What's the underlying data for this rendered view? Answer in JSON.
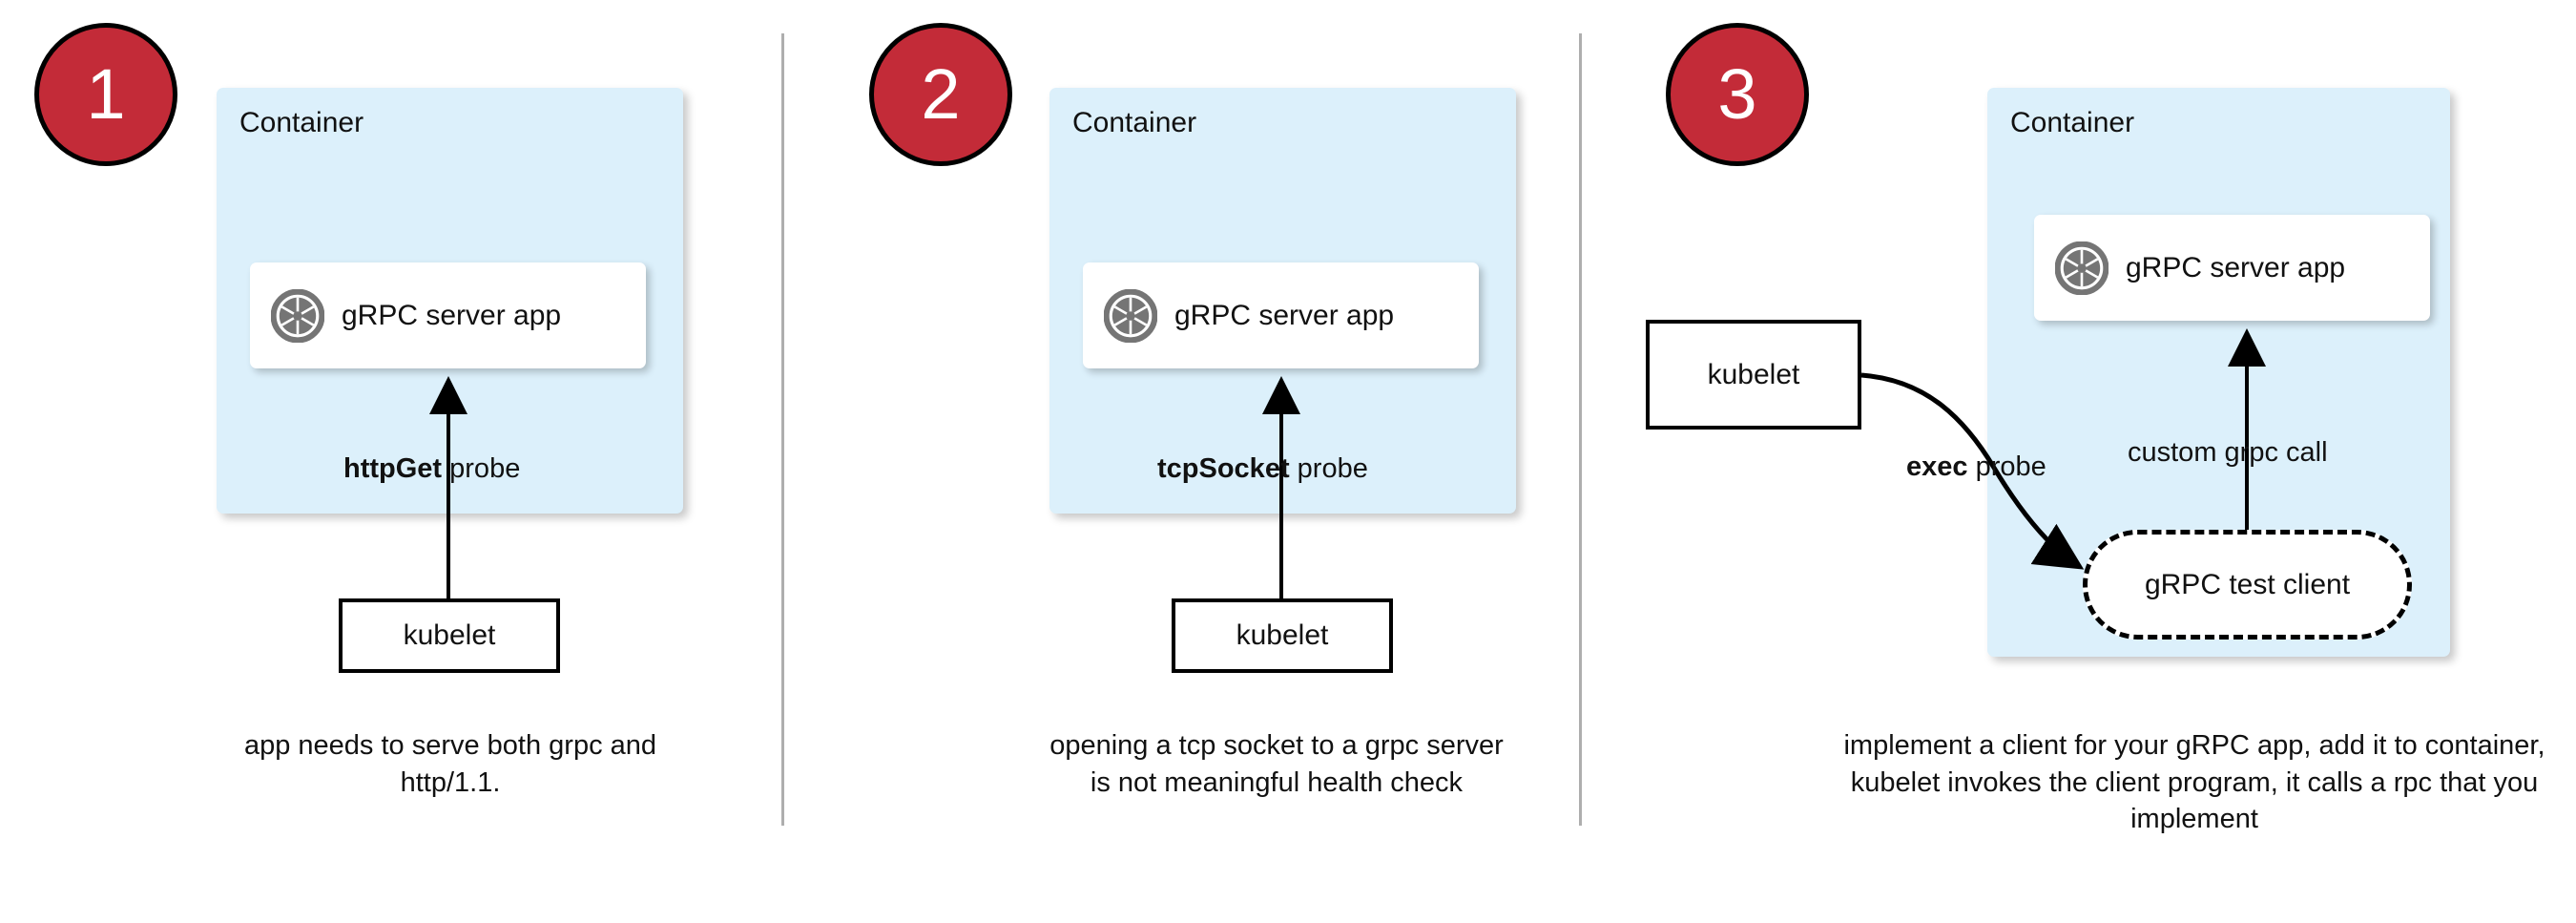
{
  "panels": [
    {
      "number": "1",
      "container_label": "Container",
      "app_label": "gRPC server app",
      "app_icon": "aperture-icon",
      "probe_label_bold": "httpGet",
      "probe_label_rest": " probe",
      "kubelet_label": "kubelet",
      "caption": "app needs to serve both grpc and http/1.1."
    },
    {
      "number": "2",
      "container_label": "Container",
      "app_label": "gRPC server app",
      "app_icon": "aperture-icon",
      "probe_label_bold": "tcpSocket",
      "probe_label_rest": " probe",
      "kubelet_label": "kubelet",
      "caption": "opening a tcp socket to a grpc server is not meaningful health check"
    },
    {
      "number": "3",
      "container_label": "Container",
      "app_label": "gRPC server app",
      "app_icon": "aperture-icon",
      "probe_label_bold": "exec",
      "probe_label_rest": " probe",
      "kubelet_label": "kubelet",
      "call_label": "custom grpc call",
      "test_client_label": "gRPC test client",
      "caption": "implement a client for your gRPC app, add it to container, kubelet invokes the client program, it calls a rpc that you implement"
    }
  ],
  "colors": {
    "badge_fill": "#c32b38",
    "badge_text": "#ffffff",
    "badge_border": "#000000",
    "container_fill": "#dcf0fb",
    "app_box_fill": "#ffffff",
    "icon_gray": "#757575",
    "divider_gray": "#aeaeae",
    "text": "#111111",
    "canvas": "#ffffff"
  }
}
